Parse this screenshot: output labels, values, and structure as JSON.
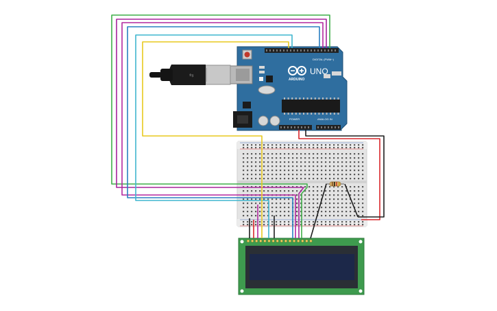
{
  "arduino": {
    "brand_text": "UNO",
    "maker_text": "ARDUINO",
    "digital_header_text": "DIGITAL (PWM~)",
    "power_header_text": "POWER",
    "analog_header_text": "ANALOG IN"
  },
  "wires": [
    {
      "name": "wire-green",
      "color": "#3fae49"
    },
    {
      "name": "wire-purple",
      "color": "#a6249c"
    },
    {
      "name": "wire-magenta",
      "color": "#b3279f"
    },
    {
      "name": "wire-blue",
      "color": "#2a7fc1"
    },
    {
      "name": "wire-cyan",
      "color": "#3fb6cf"
    },
    {
      "name": "wire-yellow",
      "color": "#e8c91e"
    },
    {
      "name": "wire-red",
      "color": "#d8262b"
    },
    {
      "name": "wire-black",
      "color": "#1e1e1e"
    }
  ],
  "colors": {
    "arduino_board": "#2f6e9f",
    "breadboard": "#e4e4e4",
    "lcd_pcb": "#3e9b4e",
    "lcd_screen": "#1c2849"
  }
}
